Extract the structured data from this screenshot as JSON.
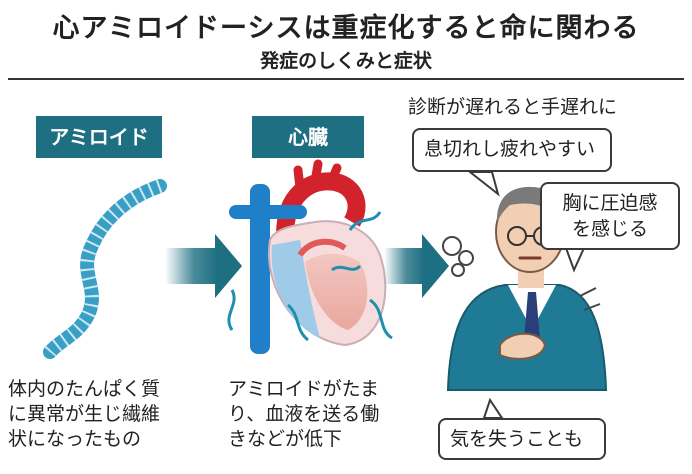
{
  "header": {
    "title": "心アミロイドーシスは重症化すると命に関わる",
    "subtitle": "発症のしくみと症状"
  },
  "panels": {
    "amyloid": {
      "label": "アミロイド",
      "caption": [
        "体内のたんぱく質",
        "に異常が生じ繊維",
        "状になったもの"
      ]
    },
    "heart": {
      "label": "心臓",
      "caption": [
        "アミロイドがたま",
        "り、血液を送る働",
        "きなどが低下"
      ]
    }
  },
  "symptoms": {
    "note": "診断が遅れると手遅れに",
    "bubble1": "息切れし疲れやすい",
    "bubble2": [
      "胸に圧迫感",
      "を感じる"
    ],
    "bubble3": "気を失うことも"
  },
  "colors": {
    "teal": "#1e6f82",
    "fiber": "#3a9fc4",
    "heart_red": "#d2222c",
    "heart_blue": "#1f7fc8",
    "suit": "#1f7a96"
  }
}
